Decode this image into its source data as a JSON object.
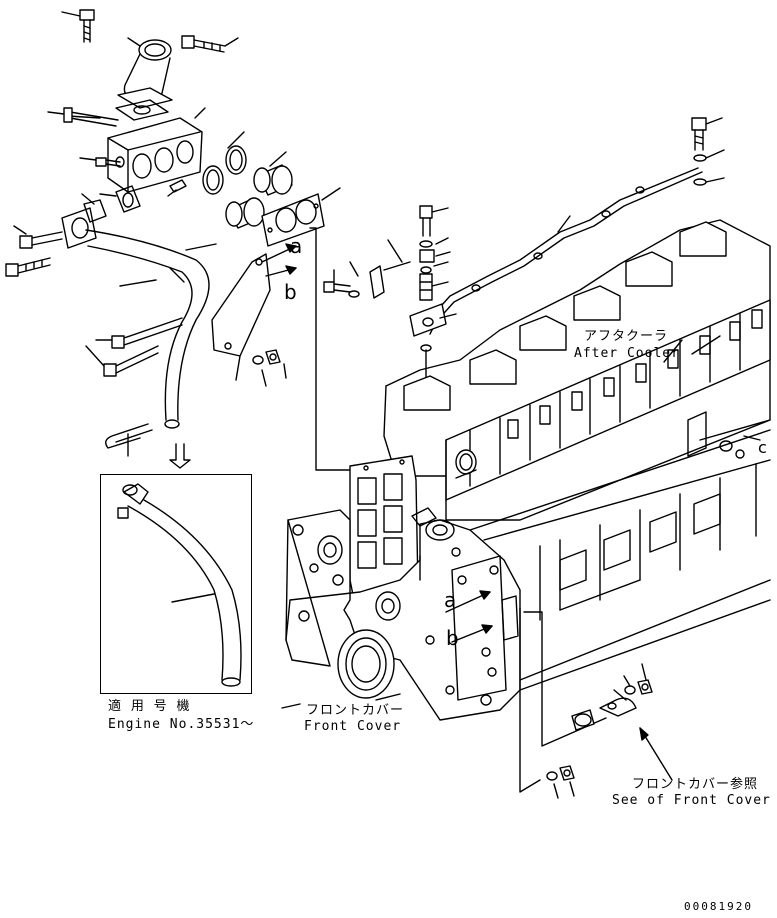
{
  "labels": {
    "after_cooler_jp": "アフタクーラ",
    "after_cooler_en": "After Cooler",
    "front_cover_jp": "フロントカバー",
    "front_cover_en": "Front Cover",
    "engine_no_jp": "適 用 号 機",
    "engine_no_en": "Engine No.35531～",
    "see_front_cover_jp": "フロントカバー参照",
    "see_front_cover_en": "See of Front Cover",
    "ref_a_top": "a",
    "ref_b_top": "b",
    "ref_a_block": "a",
    "ref_b_block": "b",
    "ref_c": "c",
    "drawing_number": "00081920"
  },
  "colors": {
    "line": "#000000",
    "background": "#ffffff"
  }
}
